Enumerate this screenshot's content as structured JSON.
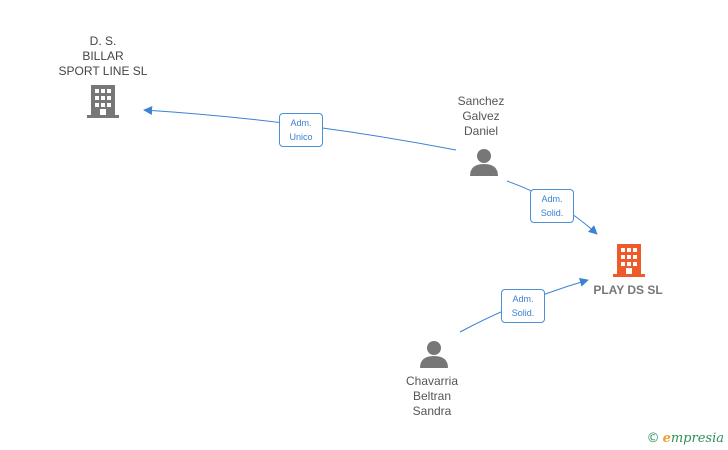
{
  "nodes": {
    "ds_billar": {
      "lines": [
        "D.  S.",
        "BILLAR",
        "SPORT LINE SL"
      ],
      "kind": "company",
      "color": "#777777"
    },
    "play_ds": {
      "lines": [
        "PLAY DS  SL"
      ],
      "kind": "company",
      "color": "#ee5a2a"
    },
    "sanchez": {
      "lines": [
        "Sanchez",
        "Galvez",
        "Daniel"
      ],
      "kind": "person",
      "color": "#777777"
    },
    "chavarria": {
      "lines": [
        "Chavarria",
        "Beltran",
        "Sandra"
      ],
      "kind": "person",
      "color": "#777777"
    }
  },
  "edges": [
    {
      "from": "sanchez",
      "to": "ds_billar",
      "label": [
        "Adm.",
        "Unico"
      ]
    },
    {
      "from": "sanchez",
      "to": "play_ds",
      "label": [
        "Adm.",
        "Solid."
      ]
    },
    {
      "from": "chavarria",
      "to": "play_ds",
      "label": [
        "Adm.",
        "Solid."
      ]
    }
  ],
  "colors": {
    "edge": "#3b82d4",
    "edge_label_border": "#4a8fd8",
    "company_main": "#ee5a2a",
    "company_other": "#777777",
    "person": "#777777"
  },
  "watermark": {
    "symbol": "©",
    "brand_initial": "e",
    "brand_rest": "mpresia"
  }
}
